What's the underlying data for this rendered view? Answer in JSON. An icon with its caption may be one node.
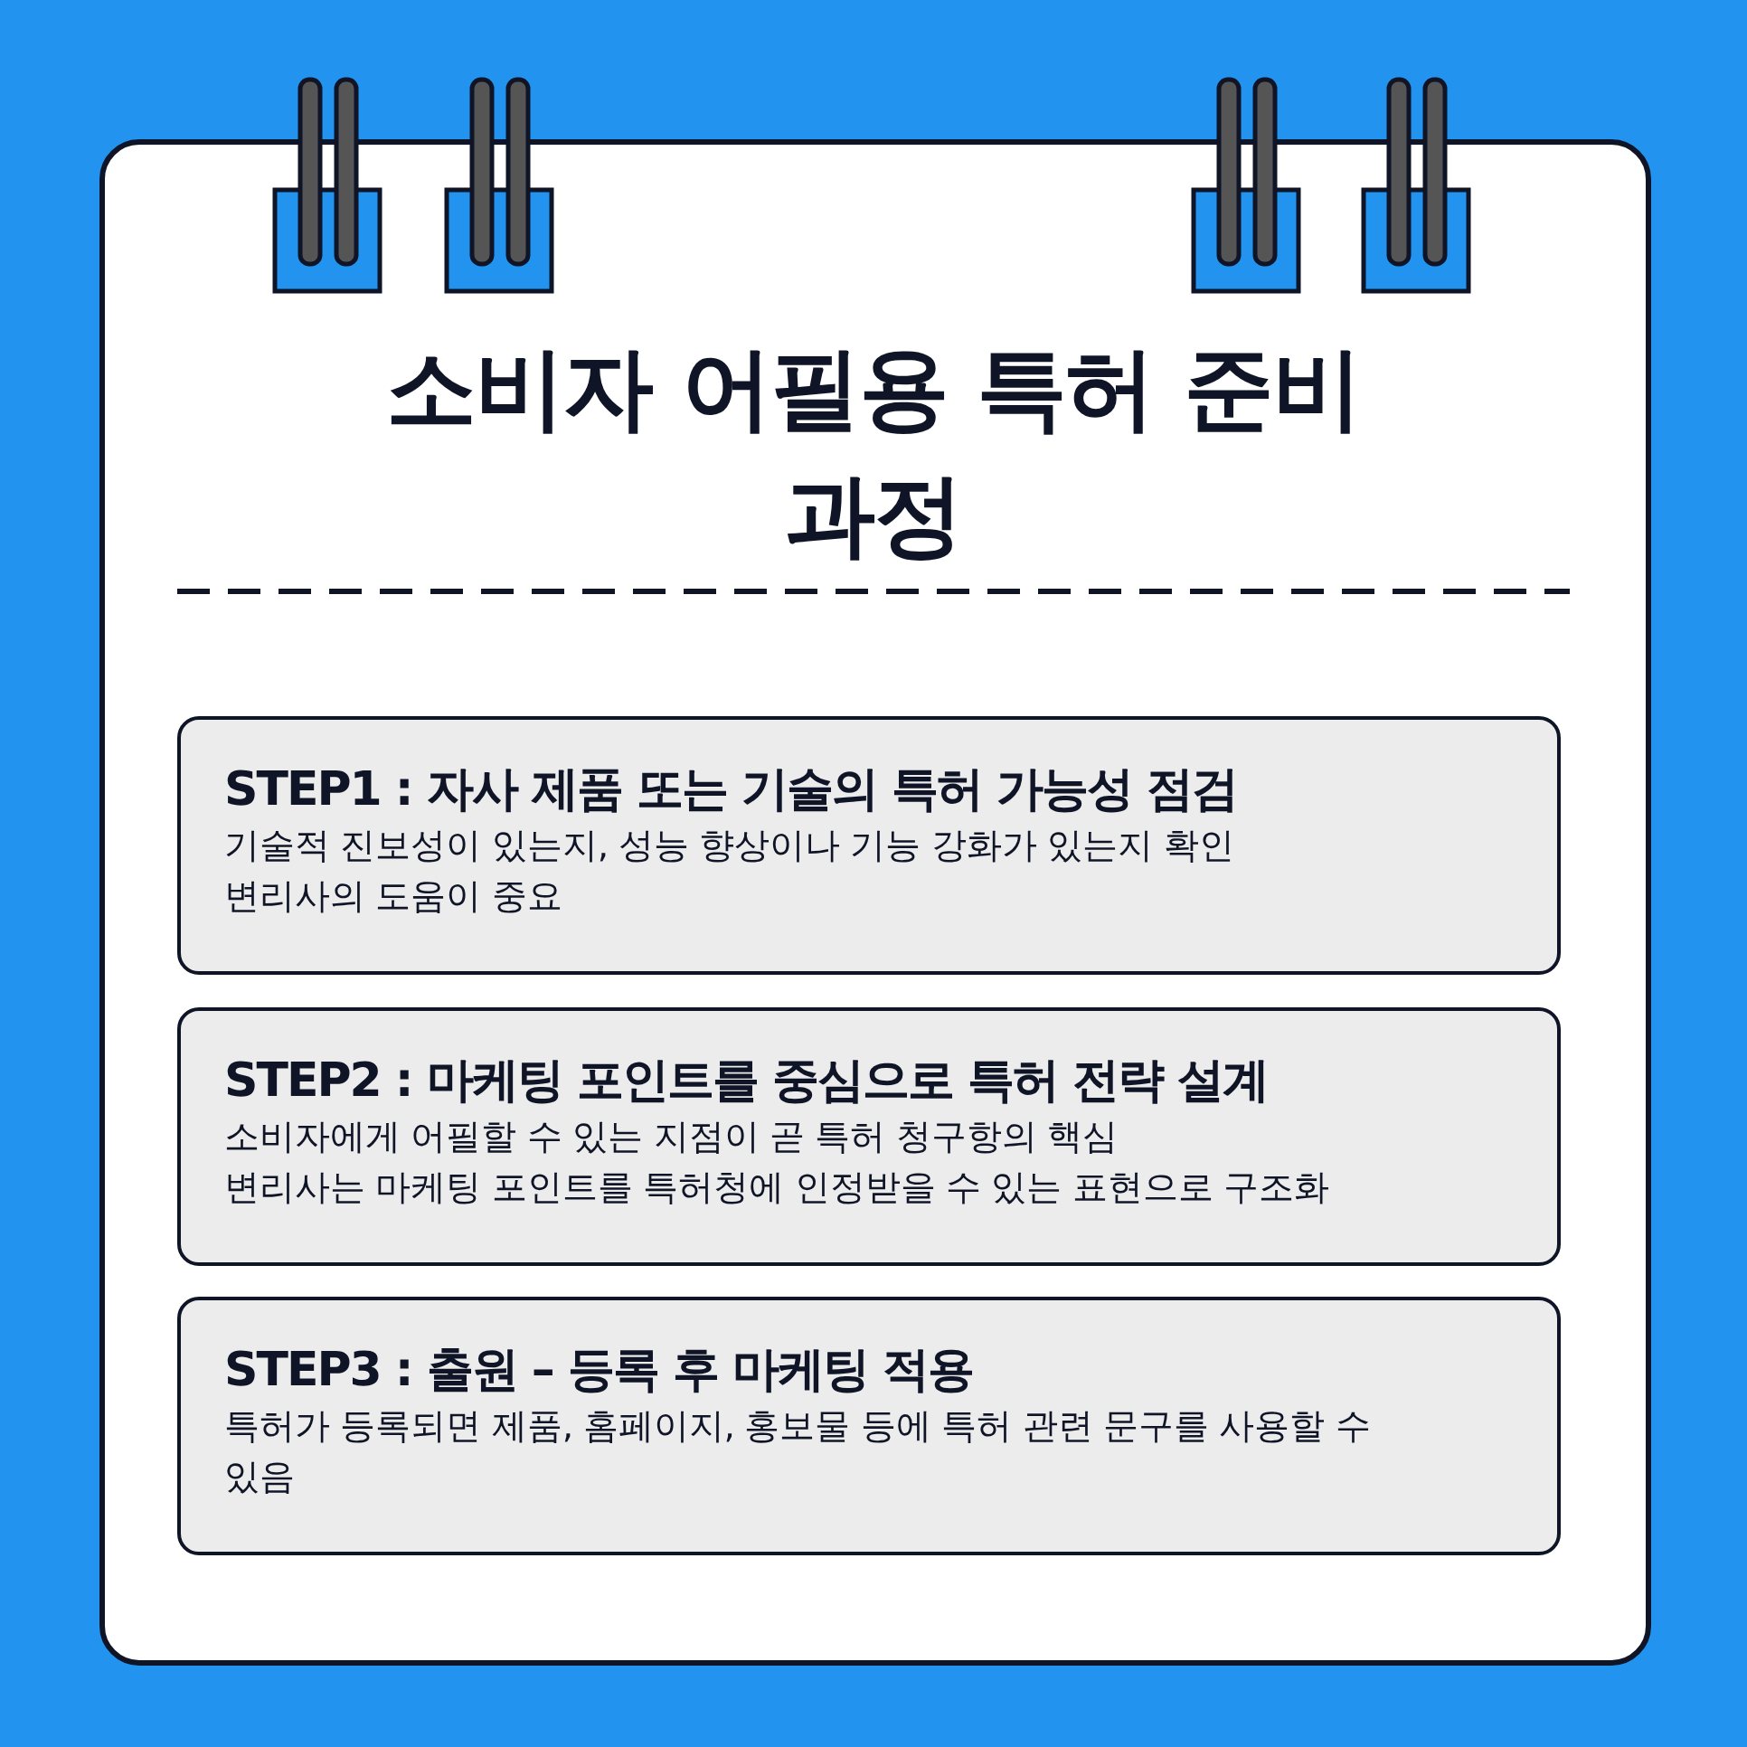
{
  "diagram": {
    "title": "소비자 어필용 특허 준비 과정",
    "nodes": [
      {
        "text": [
          "STEP1 : 자사 제품 또는 기술의 특허 가능성 점검",
          "기술적 진보성이 있는지, 성능 향상이나 기능 강화가 있는지 확인",
          "변리사의 도움이 중요"
        ]
      },
      {
        "text": [
          "STEP2 : 마케팅 포인트를 중심으로 특허 전략 설계",
          "소비자에게 어필할 수 있는 지점이 곧 특허 청구항의 핵심",
          "변리사는 마케팅 포인트를 특허청에 인정받을 수 있는 표현으로 구조화"
        ]
      },
      {
        "text": [
          "STEP3 : 출원 – 등록 후 마케팅 적용",
          "특허가 등록되면 제품, 홈페이지, 홍보물 등에 특허 관련 문구를 사용할 수 있음"
        ]
      }
    ],
    "edges": []
  }
}
